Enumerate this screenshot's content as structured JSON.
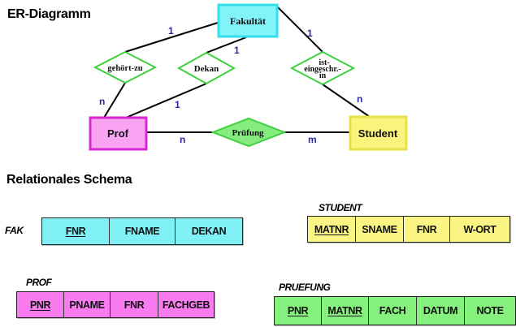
{
  "headings": {
    "er_diagram": "ER-Diagramm",
    "relational_schema": "Relationales Schema"
  },
  "entities": {
    "fakultaet": {
      "label": "Fakultät",
      "fill": "#80f4f8",
      "stroke": "#33e0ea"
    },
    "prof": {
      "label": "Prof",
      "fill": "#f8a4f2",
      "stroke": "#d828d0"
    },
    "student": {
      "label": "Student",
      "fill": "#fbf47c",
      "stroke": "#e8e04a"
    }
  },
  "relationships": {
    "gehoert_zu": {
      "label": "gehört-zu",
      "fill": "#ffffff",
      "stroke": "#3ed03e"
    },
    "dekan": {
      "label": "Dekan",
      "fill": "#ffffff",
      "stroke": "#3ed03e"
    },
    "ist_eingeschr": {
      "lines": [
        "ist-",
        "eingeschr.-",
        "in"
      ],
      "fill": "#ffffff",
      "stroke": "#3ed03e"
    },
    "pruefung": {
      "label": "Prüfung",
      "fill": "#86ec80",
      "stroke": "#3ed03e"
    }
  },
  "cardinalities": {
    "fak_gehoert": "1",
    "prof_gehoert": "n",
    "fak_dekan": "1",
    "prof_dekan": "1",
    "fak_ist": "1",
    "student_ist": "n",
    "prof_pruefung": "n",
    "student_pruefung": "m"
  },
  "schema": {
    "fak": {
      "name": "FAK",
      "columns": [
        {
          "label": "FNR",
          "key": true
        },
        {
          "label": "FNAME",
          "key": false
        },
        {
          "label": "DEKAN",
          "key": false
        }
      ]
    },
    "student": {
      "name": "STUDENT",
      "columns": [
        {
          "label": "MATNR",
          "key": true
        },
        {
          "label": "SNAME",
          "key": false
        },
        {
          "label": "FNR",
          "key": false
        },
        {
          "label": "W-ORT",
          "key": false
        }
      ]
    },
    "prof": {
      "name": "PROF",
      "columns": [
        {
          "label": "PNR",
          "key": true
        },
        {
          "label": "PNAME",
          "key": false
        },
        {
          "label": "FNR",
          "key": false
        },
        {
          "label": "FACHGEB",
          "key": false
        }
      ]
    },
    "pruefung": {
      "name": "PRUEFUNG",
      "columns": [
        {
          "label": "PNR",
          "key": true
        },
        {
          "label": "MATNR",
          "key": true
        },
        {
          "label": "FACH",
          "key": false
        },
        {
          "label": "DATUM",
          "key": false
        },
        {
          "label": "NOTE",
          "key": false
        }
      ]
    }
  }
}
